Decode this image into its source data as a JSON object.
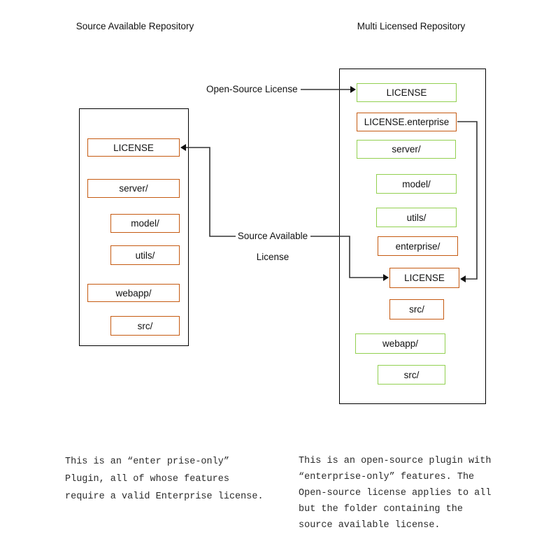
{
  "titles": {
    "left": "Source Available Repository",
    "right": "Multi Licensed Repository"
  },
  "annotations": {
    "open_source_license": "Open-Source License",
    "source_available_license": [
      "Source Available",
      "License"
    ]
  },
  "repos": {
    "left": {
      "items": [
        {
          "label": "LICENSE",
          "color": "orange",
          "indent": 0
        },
        {
          "label": "server/",
          "color": "orange",
          "indent": 0
        },
        {
          "label": "model/",
          "color": "orange",
          "indent": 1
        },
        {
          "label": "utils/",
          "color": "orange",
          "indent": 1
        },
        {
          "label": "webapp/",
          "color": "orange",
          "indent": 0
        },
        {
          "label": "src/",
          "color": "orange",
          "indent": 1
        }
      ]
    },
    "right": {
      "items": [
        {
          "label": "LICENSE",
          "color": "green",
          "indent": 0
        },
        {
          "label": "LICENSE.enterprise",
          "color": "orange",
          "indent": 0
        },
        {
          "label": "server/",
          "color": "green",
          "indent": 0
        },
        {
          "label": "model/",
          "color": "green",
          "indent": 1
        },
        {
          "label": "utils/",
          "color": "green",
          "indent": 1
        },
        {
          "label": "enterprise/",
          "color": "orange",
          "indent": 1
        },
        {
          "label": "LICENSE",
          "color": "orange",
          "indent": 2
        },
        {
          "label": "src/",
          "color": "orange",
          "indent": 2
        },
        {
          "label": "webapp/",
          "color": "green",
          "indent": 0
        },
        {
          "label": "src/",
          "color": "green",
          "indent": 1
        }
      ]
    }
  },
  "notes": {
    "left": [
      "This is an “enter prise-only”",
      "Plugin, all of whose features",
      "require a valid Enterprise license."
    ],
    "right": [
      "This is an open-source plugin with",
      "“enterprise-only” features. The",
      "Open-source license applies to all",
      "but the folder containing the",
      "source available license."
    ]
  },
  "colors": {
    "source_available_border": "#C55A11",
    "open_source_border": "#92D050",
    "frame_border": "#000000",
    "connector_line": "#333333"
  }
}
